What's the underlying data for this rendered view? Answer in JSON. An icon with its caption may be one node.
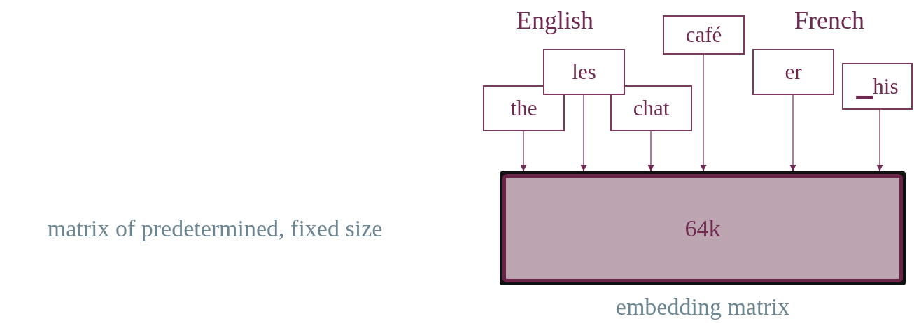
{
  "diagram": {
    "nodes": [
      {
        "text": [
          "the"
        ]
      },
      {
        "text": [
          "les"
        ]
      },
      {
        "text": [
          "chat"
        ]
      },
      {
        "text": [
          "café"
        ]
      },
      {
        "text": [
          "er"
        ]
      },
      {
        "text": [
          "▁his"
        ]
      },
      {
        "text": [
          "64k"
        ],
        "beside": [
          "embedding matrix"
        ]
      }
    ],
    "edges": [
      {
        "from": 0,
        "to": 6,
        "arrow": "to"
      },
      {
        "from": 1,
        "to": 6,
        "arrow": "to"
      },
      {
        "from": 2,
        "to": 6,
        "arrow": "to"
      },
      {
        "from": 3,
        "to": 6,
        "arrow": "to"
      },
      {
        "from": 4,
        "to": 6,
        "arrow": "to"
      },
      {
        "from": 5,
        "to": 6,
        "arrow": "to"
      }
    ],
    "labels": [
      "English",
      "French",
      "matrix of predetermined, fixed size"
    ]
  }
}
